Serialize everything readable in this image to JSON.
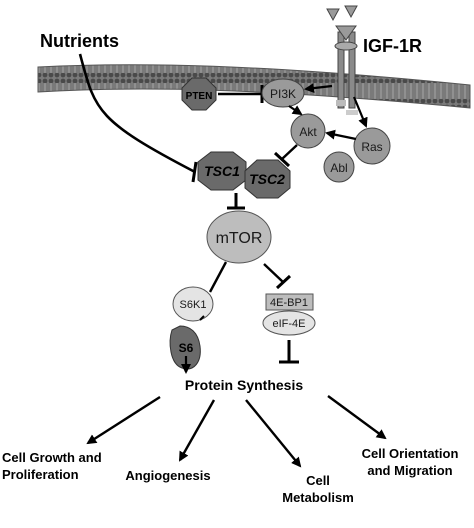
{
  "labels": {
    "nutrients": "Nutrients",
    "receptor": "IGF-1R",
    "pten": "PTEN",
    "pi3k": "PI3K",
    "akt": "Akt",
    "ras": "Ras",
    "abl": "Abl",
    "tsc1": "TSC1",
    "tsc2": "TSC2",
    "mtor": "mTOR",
    "s6k1": "S6K1",
    "s6": "S6",
    "bp1": "4E-BP1",
    "eif4e": "eIF-4E",
    "protein_synthesis": "Protein Synthesis",
    "growth_1": "Cell Growth and",
    "growth_2": "Proliferation",
    "angiogenesis": "Angiogenesis",
    "metabolism_1": "Cell",
    "metabolism_2": "Metabolism",
    "orientation_1": "Cell Orientation",
    "orientation_2": "and Migration"
  },
  "colors": {
    "node_fill": "#9a9a9a",
    "node_dark": "#6a6a6a",
    "pale_fill": "#e4e4e4",
    "membrane": "#6e6e6e",
    "line": "#000000"
  }
}
